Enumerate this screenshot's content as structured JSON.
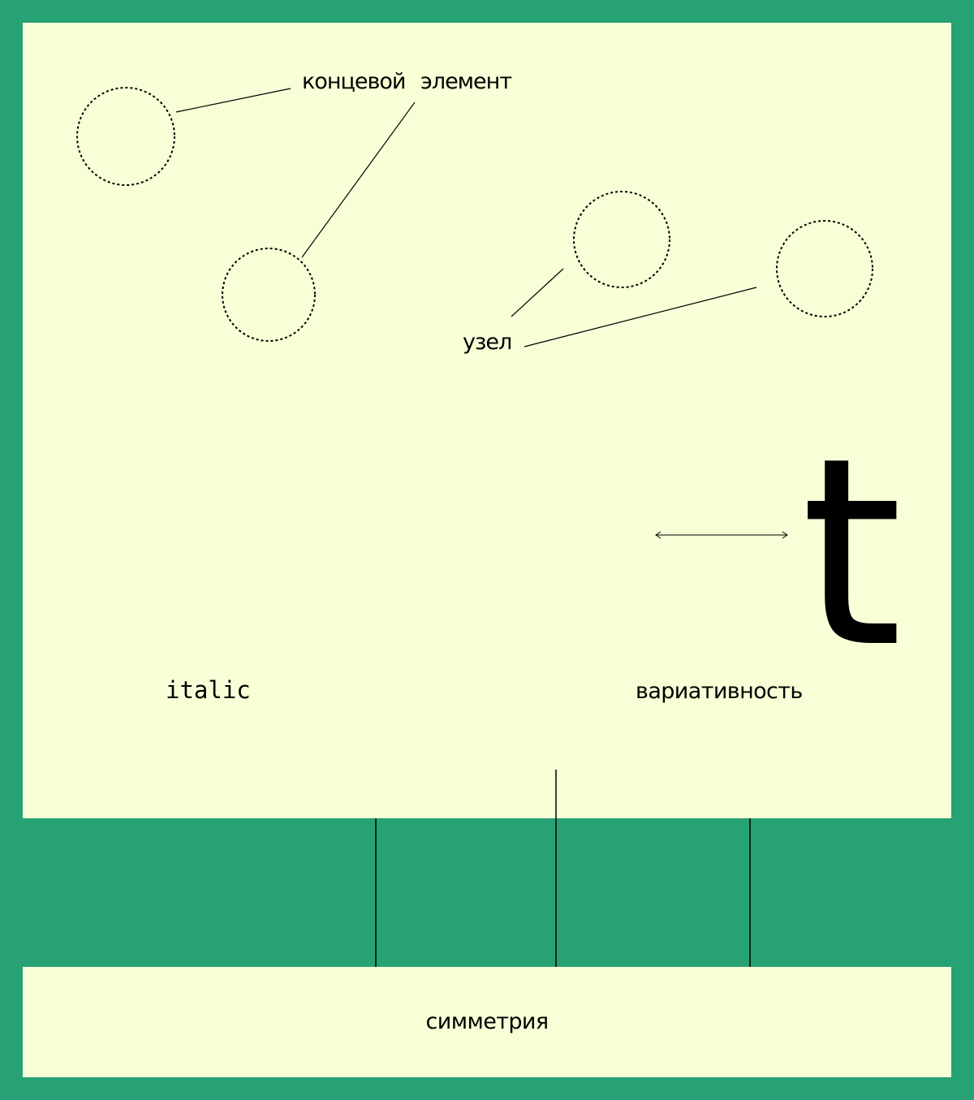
{
  "labels": {
    "terminal_element_word1": "концевой",
    "terminal_element_word2": "элемент",
    "node": "узел",
    "italic": "italic",
    "variability": "вариативность",
    "glyph": "t",
    "symmetry": "симметрия"
  },
  "colors": {
    "background": "#26a274",
    "panel": "#f6ffd6",
    "ink": "#000000"
  }
}
